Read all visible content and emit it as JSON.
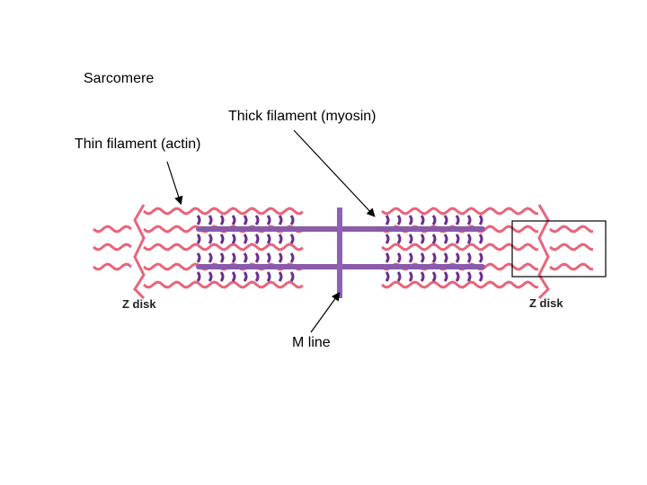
{
  "title": "Sarcomere",
  "labels": {
    "thick_filament": "Thick filament (myosin)",
    "thin_filament": "Thin filament (actin)",
    "m_line": "M line",
    "z_disk_left": "Z disk",
    "z_disk_right": "Z disk"
  },
  "colors": {
    "actin": "#e8657a",
    "myosin": "#8b5aa8",
    "myosin_head": "#6a2f8f",
    "m_line": "#8d62b4",
    "outline": "#000000"
  }
}
